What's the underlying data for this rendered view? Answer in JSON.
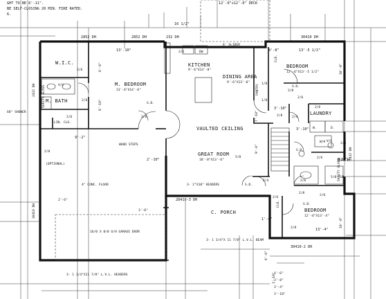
{
  "notes": {
    "line1": "GHT TO BE 6'-11\".",
    "line2": "BE SELF-CLOSING 20 MIN. FIRE RATED.",
    "line3": "6."
  },
  "deck": "12'-0\"x12'-0\" DECK",
  "rooms": {
    "wic": "W.I.C.",
    "m_bath": "M. BATH",
    "m_bedroom": "M. BEDROOM",
    "m_bedroom_size": "13'-6\"X14'-6\"",
    "kitchen": "KITCHEN",
    "kitchen_size": "9'-6\"X13'-0\"",
    "dining": "DINING AREA",
    "dining_size": "9'-6\"X13'-0\"",
    "bedroom1": "BEDROOM",
    "bedroom1_size": "12'-6\"X13'-5 1/2\"",
    "laundry": "LAUNDRY",
    "bath": "BATH",
    "great_room": "GREAT ROOM",
    "great_room_size": "18'-0\"X13'-6\"",
    "vaulted": "VAULTED CEILING",
    "c_porch": "C. PORCH",
    "bedroom2": "BEDROOM",
    "bedroom2_size": "12'-6\"X13'-4\"",
    "pantry": "PANTRY"
  },
  "labels": {
    "shower": "60\" SHOWER",
    "safety_glass_left": "SAFETY GLASS",
    "safety_glass_right": "SAFETY GLASS",
    "lin_clo": "LIN. CLO.",
    "optional": "(OPTIONAL)",
    "conc_floor": "4\" CONC. FLOOR",
    "wood_steps": "WOOD STEPS",
    "garage_door": "16/0 X 8/0 O/H GARAGE DOOR",
    "lvl_headers": "3- 1 3/4\"X11 7/8\" L.V.L. HEADERS",
    "porch_beam": "3- 1 3/4\"X 11 7/8\" L.V.L. BEAM",
    "headers": "3- 2\"X10\" HEADERS",
    "slider": "6' SLIDER",
    "tub": "5/0 TUB",
    "w": "W.",
    "d": "D.",
    "wh": "W/H",
    "vc": "V/C",
    "vc2": "V/C",
    "dw": "DW",
    "clo1": "CLO.",
    "clo2": "CLO.",
    "sd1": "S.D.",
    "sd2": "S.D.",
    "sd3": "S.D.",
    "sd4": "S.D.",
    "sd5": "S.D."
  },
  "dims": {
    "top1": "2852 DH",
    "top2": "2852 DH",
    "top3": "232 DH",
    "top4": "30410 DH",
    "top_16half": "16 1/2\"",
    "mbed_w": "13'-10\"",
    "wic_d": "6'-8\"",
    "mbed_d": "8'-10\"",
    "left_win": "2432 DH",
    "left_win2": "30410 DH",
    "garage_w": "9'-2\"",
    "stair_w": "2'-10\"",
    "bed_w": "13'-5 1/2\"",
    "bed_d": "10'-8\"",
    "right_win": "2432 DH",
    "d48": "4'-8\"",
    "d310": "3'-10\"",
    "d310b": "3'-10\"",
    "d710": "7'-10\"",
    "d90": "9'-0\"",
    "d14": "1'-4\"",
    "porch_win": "28410-3 DH",
    "bed2_w": "13'-4\"",
    "bed2_d": "10'-8\"",
    "bot_win": "30410-2 DH",
    "d60": "6'-0\"",
    "d110": "1'-10\"",
    "d46": "4'-6\"",
    "d38": "3'-8\"",
    "d34": "3'-4\"",
    "d310c": "3'-10\"",
    "d30": "3'-0\"",
    "d26": "2'-6\""
  },
  "doors": {
    "a": "2/6",
    "b": "2/6",
    "c": "2/6",
    "d": "2/6",
    "e": "2/8",
    "f": "1/8",
    "g": "1/8",
    "h": "2/8",
    "i": "2/6",
    "j": "2/8",
    "k": "2/4",
    "l": "2/6",
    "m": "2/6",
    "n": "2/6",
    "o": "5/0",
    "p": "2/6",
    "q": "2/4",
    "r": "2/6",
    "s": "2/8",
    "t": "2/8",
    "u": "2/6",
    "v": "2/6"
  }
}
